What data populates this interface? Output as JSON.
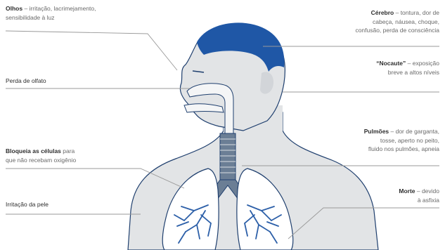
{
  "labels": {
    "olhos": {
      "bold": "Olhos",
      "line1": " – irritação, lacrimejamento,",
      "line2": "sensibilidade à luz"
    },
    "olfato": {
      "bold": "",
      "text": "Perda de olfato"
    },
    "bloqueia": {
      "bold": "Bloqueia as células",
      "line1": " para",
      "line2": "que não recebam oxigênio"
    },
    "pele": {
      "bold": "",
      "text": "Irritação da pele"
    },
    "cerebro": {
      "bold": "Cérebro",
      "line1": " – tontura, dor de",
      "line2": "cabeça, náusea, choque,",
      "line3": "confusão, perda de consciência"
    },
    "nocaute": {
      "bold": "“Nocaute”",
      "line1": " – exposição",
      "line2": "breve a altos níveis"
    },
    "pulmoes": {
      "bold": "Pulmões",
      "line1": " – dor de garganta,",
      "line2": "tosse, aperto no peito,",
      "line3": "fluido nos pulmões, apneia"
    },
    "morte": {
      "bold": "Morte",
      "line1": " – devido",
      "line2": "à asfixia"
    }
  },
  "colors": {
    "hair": "#1f57a6",
    "skin": "#e2e4e6",
    "airway": "#f4f5f6",
    "vessels": "#2c5fa8",
    "outline": "#1f3f6e",
    "leader": "#9a9a9a"
  }
}
